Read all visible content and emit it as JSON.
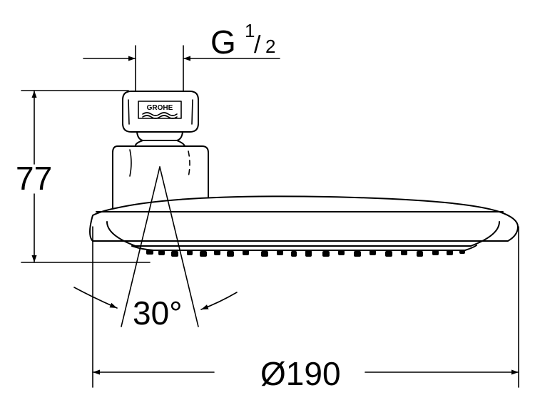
{
  "labels": {
    "thread_main": "G",
    "thread_num": "1",
    "thread_den": "2",
    "height": "77",
    "angle": "30°",
    "diameter": "Ø190",
    "logo": "GROHE"
  }
}
